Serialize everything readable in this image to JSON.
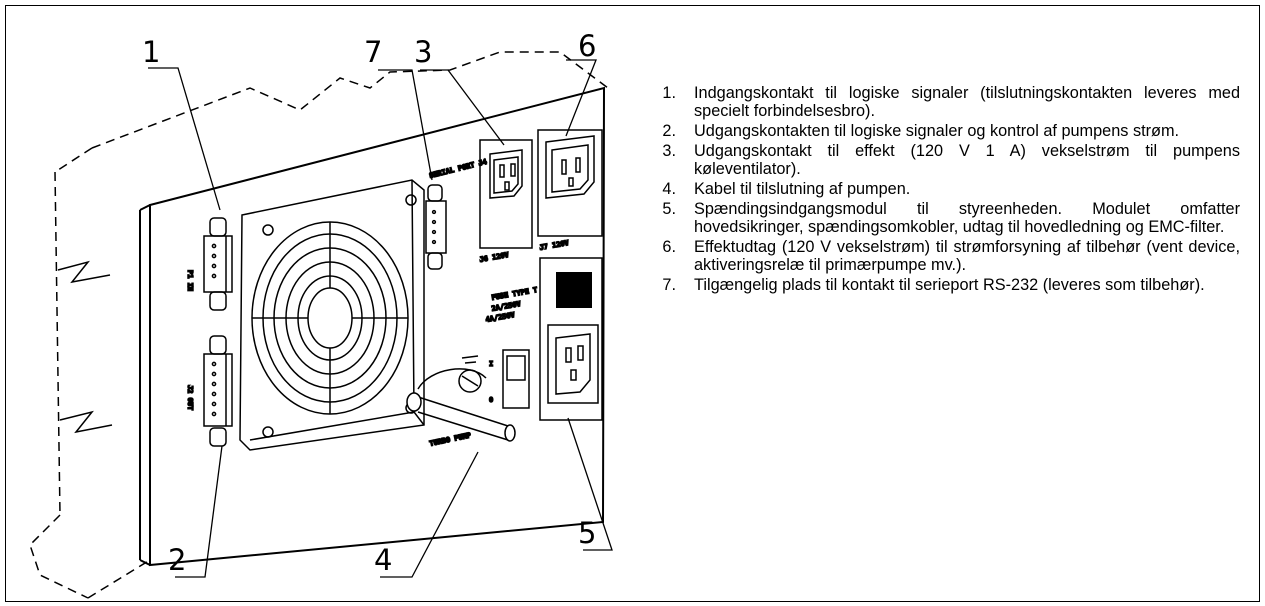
{
  "callouts": [
    "1",
    "7",
    "3",
    "6",
    "2",
    "4",
    "5"
  ],
  "panel_markings": {
    "serial_port": "SERIAL PORT J4",
    "j1": "P1 IN",
    "j2": "J2 OUT",
    "j6": "J6 120V",
    "j7": "J7 120V",
    "fuse": "FUSE TYPE T",
    "fuse_rating_1": "2A/250V",
    "fuse_rating_2": "4A/250V",
    "switch_on": "I",
    "switch_off": "0",
    "turbo_pump": "TURBO PUMP"
  },
  "legend": [
    {
      "num": "1.",
      "text": "Indgangskontakt til logiske signaler (tilslutningskontakten leveres med specielt forbindelsesbro)."
    },
    {
      "num": "2.",
      "text": "Udgangskontakten til logiske signaler og kontrol af pumpens strøm."
    },
    {
      "num": "3.",
      "text": "Udgangskontakt til effekt (120 V 1 A) vekselstrøm til pumpens køleventilator)."
    },
    {
      "num": "4.",
      "text": "Kabel til tilslutning af pumpen."
    },
    {
      "num": "5.",
      "text": "Spændingsindgangsmodul til styreenheden. Modulet omfatter hovedsikringer, spændingsomkobler, udtag til hovedledning og EMC-filter."
    },
    {
      "num": "6.",
      "text": "Effektudtag (120 V vekselstrøm) til strømforsyning af tilbehør (vent device, aktiveringsrelæ til primærpumpe mv.)."
    },
    {
      "num": "7.",
      "text": "Tilgængelig plads til kontakt til serieport RS-232 (leveres som tilbehør)."
    }
  ]
}
